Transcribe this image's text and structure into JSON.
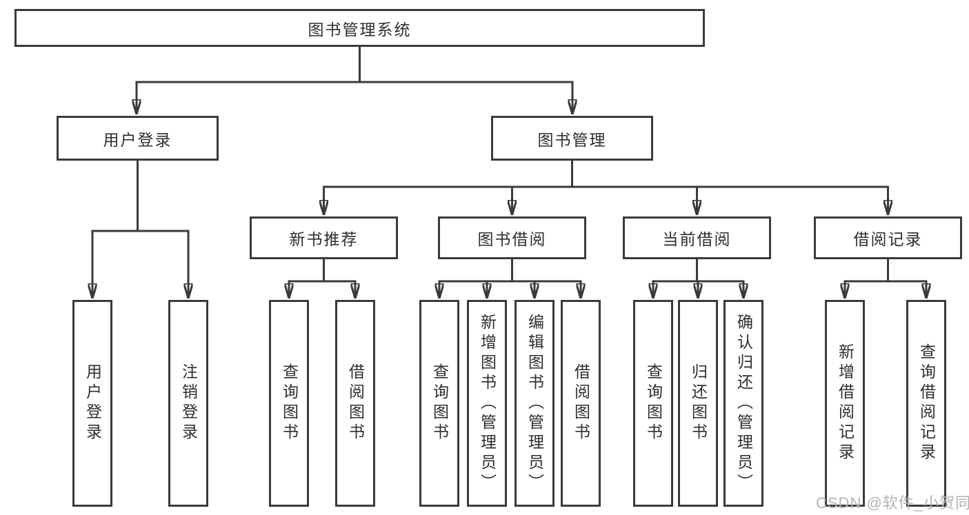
{
  "diagram": {
    "root": "图书管理系统",
    "level2": [
      "用户登录",
      "图书管理"
    ],
    "level3": [
      "新书推荐",
      "图书借阅",
      "当前借阅",
      "借阅记录"
    ],
    "leaves": {
      "login": [
        "用户登录",
        "注销登录"
      ],
      "recommend": [
        "查询图书",
        "借阅图书"
      ],
      "borrow": [
        "查询图书",
        "新增图书（管理员）",
        "编辑图书（管理员）",
        "借阅图书"
      ],
      "current": [
        "查询图书",
        "归还图书",
        "确认归还（管理员）"
      ],
      "records": [
        "新增借阅记录",
        "查询借阅记录"
      ]
    },
    "colors": {
      "line": "#3a3a3a",
      "box_border": "#3a3a3a",
      "text": "#2e2e2e",
      "background": "#ffffff",
      "watermark": "#b3b3b3"
    }
  },
  "watermark": "CSDN @软件_小贺同学"
}
